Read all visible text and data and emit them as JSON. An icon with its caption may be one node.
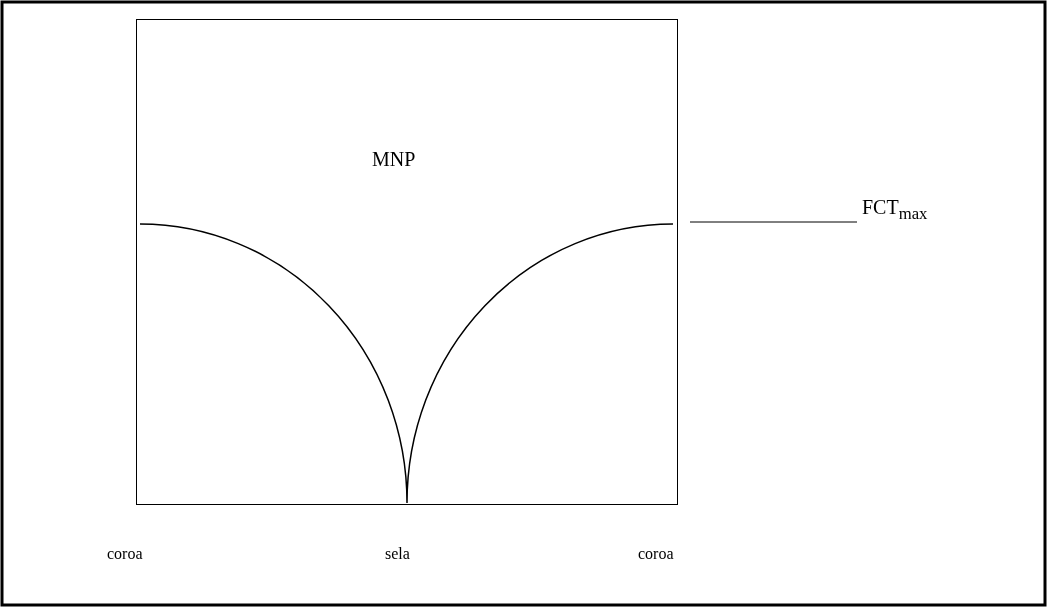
{
  "diagram": {
    "nodes": [
      {
        "text": [
          "MNP"
        ]
      },
      {
        "text": [
          "FCT$_{max}$"
        ]
      }
    ],
    "edges": [
      {
        "from": 1,
        "to": 0,
        "arrow": "none"
      }
    ],
    "labels": [
      "coroa",
      "sela",
      "coroa"
    ]
  }
}
